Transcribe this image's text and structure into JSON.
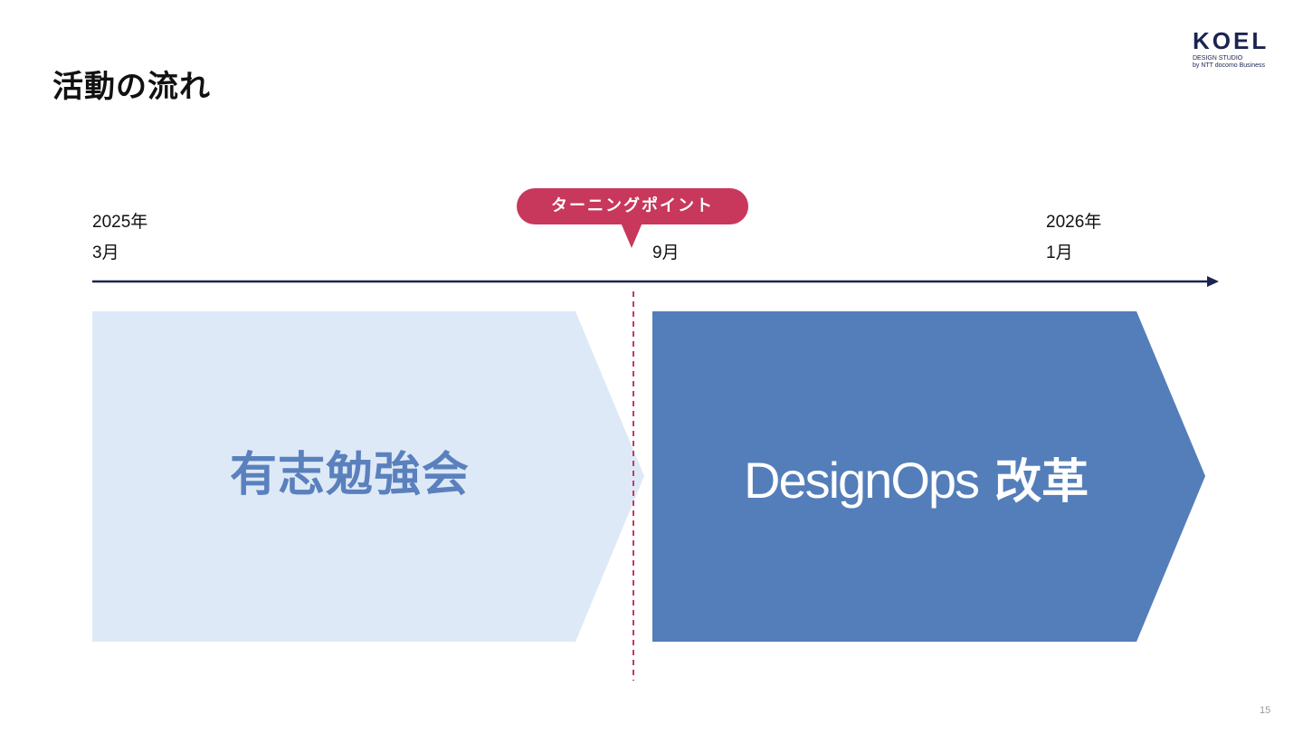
{
  "title": "活動の流れ",
  "logo": {
    "mark": "KOEL",
    "line1": "DESIGN STUDIO",
    "line2": "by NTT docomo Business"
  },
  "timeline": {
    "start": {
      "year": "2025年",
      "month": "3月"
    },
    "middle": {
      "month": "9月"
    },
    "end": {
      "year": "2026年",
      "month": "1月"
    }
  },
  "turning_point": {
    "label": "ターニングポイント"
  },
  "phases": [
    {
      "label": "有志勉強会"
    },
    {
      "label_en": "DesignOps",
      "label_ja": "改革"
    }
  ],
  "page_number": "15",
  "colors": {
    "axis": "#1b2451",
    "accent": "#c8385c",
    "phase_1_fill": "#dee9f7",
    "phase_1_text": "#5a80bd",
    "phase_2_fill": "#537eb9",
    "phase_2_text": "#ffffff"
  }
}
